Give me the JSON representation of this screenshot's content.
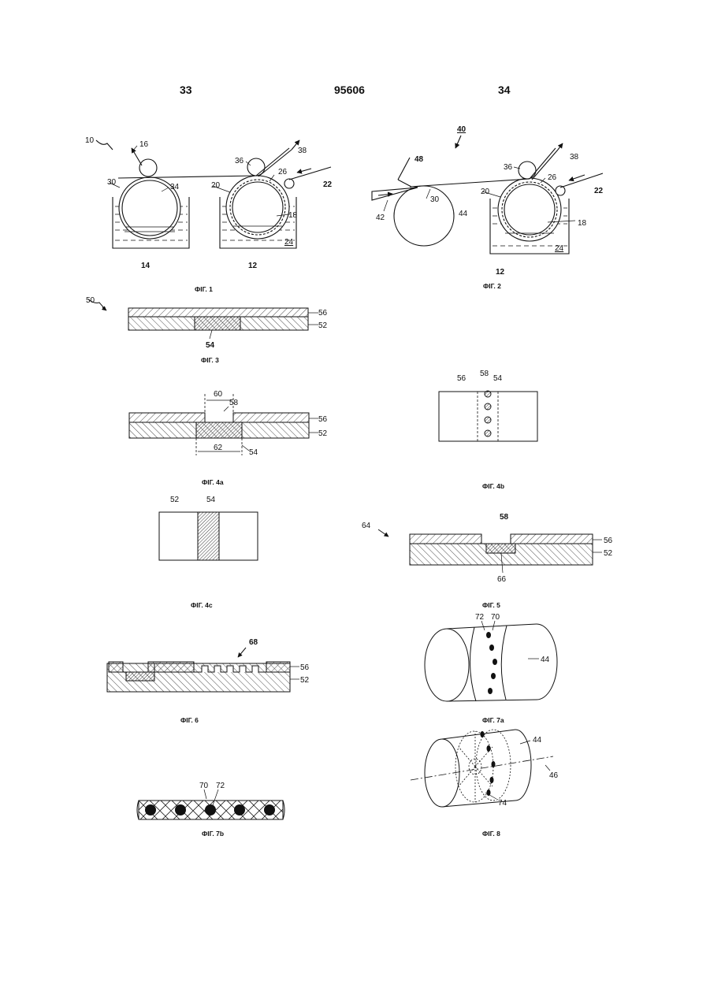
{
  "header": {
    "left_page": "33",
    "patent_number": "95606",
    "right_page": "34"
  },
  "captions": {
    "fig1": "ФІГ. 1",
    "fig2": "ФІГ. 2",
    "fig3": "ФІГ. 3",
    "fig4a": "ФІГ. 4a",
    "fig4b": "ФІГ. 4b",
    "fig4c": "ФІГ. 4c",
    "fig5": "ФІГ. 5",
    "fig6": "ФІГ. 6",
    "fig7a": "ФІГ. 7a",
    "fig7b": "ФІГ. 7b",
    "fig8": "ФІГ. 8"
  },
  "labels": {
    "fig1": {
      "r10": "10",
      "r16": "16",
      "r30": "30",
      "r34": "34",
      "r36": "36",
      "r38": "38",
      "r20": "20",
      "r26": "26",
      "r22": "22",
      "r18": "18",
      "r24": "24",
      "r14": "14",
      "r12": "12"
    },
    "fig2": {
      "r40": "40",
      "r48": "48",
      "r36": "36",
      "r38": "38",
      "r20": "20",
      "r26": "26",
      "r22": "22",
      "r42": "42",
      "r30": "30",
      "r44": "44",
      "r18": "18",
      "r24": "24",
      "r12": "12"
    },
    "fig3": {
      "r50": "50",
      "r56": "56",
      "r52": "52",
      "r54": "54"
    },
    "fig4a": {
      "r60": "60",
      "r58": "58",
      "r56": "56",
      "r52": "52",
      "r62": "62",
      "r54": "54"
    },
    "fig4b": {
      "r56": "56",
      "r58": "58",
      "r54": "54"
    },
    "fig4c": {
      "r52": "52",
      "r54": "54"
    },
    "fig5": {
      "r64": "64",
      "r58": "58",
      "r56": "56",
      "r52": "52",
      "r66": "66"
    },
    "fig6": {
      "r68": "68",
      "r56": "56",
      "r52": "52"
    },
    "fig7a": {
      "r72": "72",
      "r70": "70",
      "r44": "44"
    },
    "fig7b": {
      "r70": "70",
      "r72": "72"
    },
    "fig8": {
      "r44": "44",
      "r46": "46",
      "r74": "74"
    }
  }
}
